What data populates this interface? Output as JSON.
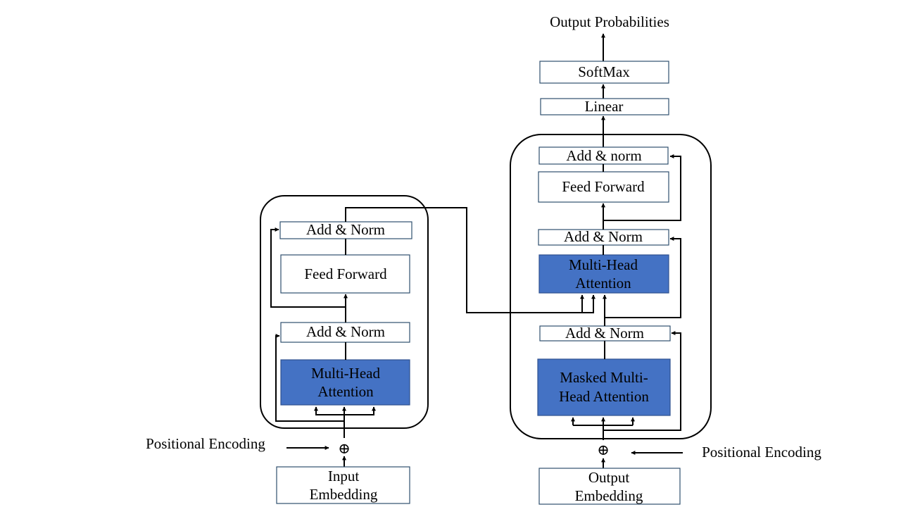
{
  "output_probabilities": "Output Probabilities",
  "softmax": "SoftMax",
  "linear": "Linear",
  "encoder": {
    "add_norm_top": "Add & Norm",
    "feed_forward": "Feed Forward",
    "add_norm_bottom": "Add & Norm",
    "attention_line1": "Multi-Head",
    "attention_line2": "Attention",
    "positional_encoding": "Positional Encoding",
    "input_embedding_line1": "Input",
    "input_embedding_line2": "Embedding"
  },
  "decoder": {
    "add_norm_top": "Add & norm",
    "feed_forward": "Feed Forward",
    "add_norm_mid": "Add & Norm",
    "cross_attention_line1": "Multi-Head",
    "cross_attention_line2": "Attention",
    "add_norm_bottom": "Add & Norm",
    "masked_attention_line1": "Masked Multi-",
    "masked_attention_line2": "Head Attention",
    "positional_encoding": "Positional Encoding",
    "output_embedding_line1": "Output",
    "output_embedding_line2": "Embedding"
  },
  "plus_symbol": "⊕",
  "colors": {
    "attention_fill": "#4472c4",
    "box_border": "#2f4f6f"
  }
}
